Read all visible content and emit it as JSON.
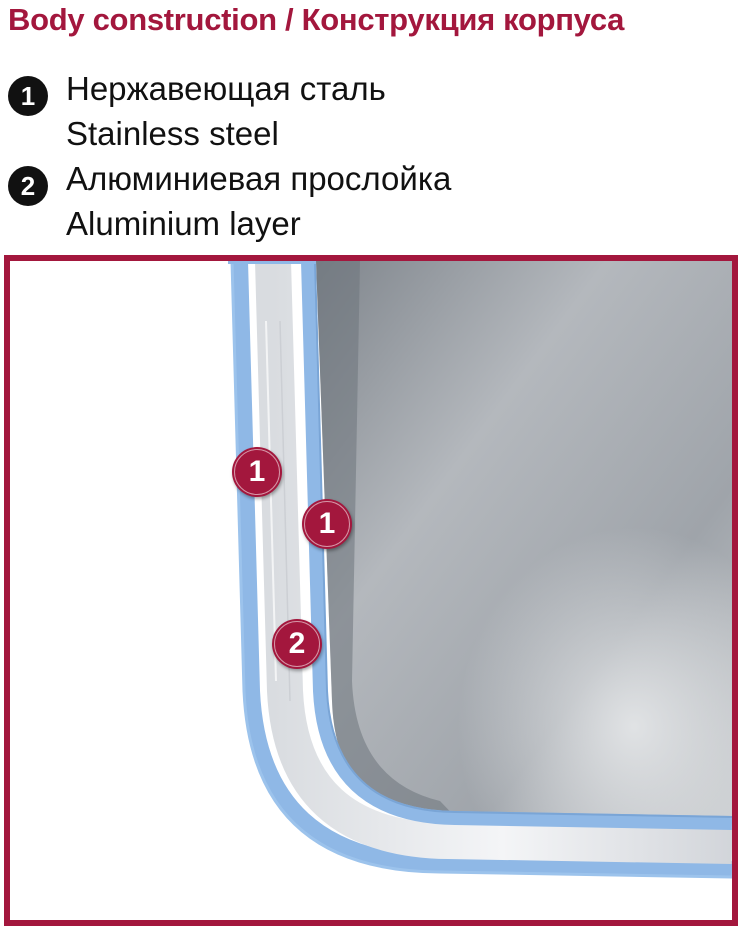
{
  "title": "Body construction / Конструкция корпуса",
  "legend": [
    {
      "number": "1",
      "text_ru": "Нержавеющая сталь",
      "text_en": "Stainless steel"
    },
    {
      "number": "2",
      "text_ru": "Алюминиевая прослойка",
      "text_en": "Aluminium layer"
    }
  ],
  "callouts": [
    {
      "number": "1"
    },
    {
      "number": "1"
    },
    {
      "number": "2"
    }
  ],
  "colors": {
    "accent": "#a3173d",
    "legend_badge": "#111111",
    "layer_outline": "#8fb8e6",
    "aluminium_layer": "#e6e8ec",
    "pot_interior": "#a9adb3"
  }
}
